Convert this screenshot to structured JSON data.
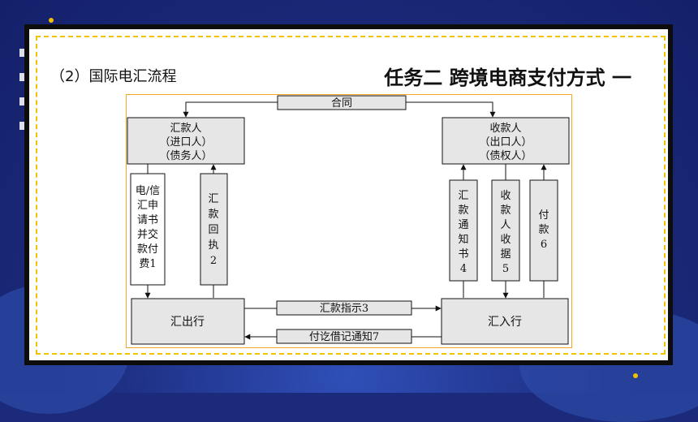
{
  "slide": {
    "subtitle": "（2）国际电汇流程",
    "title": "任务二 跨境电商支付方式 一"
  },
  "diagram": {
    "contract": "合同",
    "remitter": [
      "汇款人",
      "（进口人）",
      "（债务人）"
    ],
    "payee": [
      "收款人",
      "（出口人）",
      "（债权人）"
    ],
    "remitting_bank": "汇出行",
    "paying_bank": "汇入行",
    "step1": [
      "电/信",
      "汇申",
      "请书",
      "并交",
      "款付",
      "费1"
    ],
    "step2": [
      "汇",
      "款",
      "回",
      "执",
      "2"
    ],
    "step3": "汇款指示3",
    "step4": [
      "汇",
      "款",
      "通",
      "知",
      "书",
      "4"
    ],
    "step5": [
      "收",
      "款",
      "人",
      "收",
      "据",
      "5"
    ],
    "step6": [
      "付",
      "款",
      "6"
    ],
    "step7": "付讫借记通知7"
  },
  "colors": {
    "background": "#1b2a7a",
    "card_border": "#0d0d0d",
    "dash_border": "#f2c200",
    "diagram_border": "#f5a623",
    "box_fill": "#e6e6e6"
  }
}
